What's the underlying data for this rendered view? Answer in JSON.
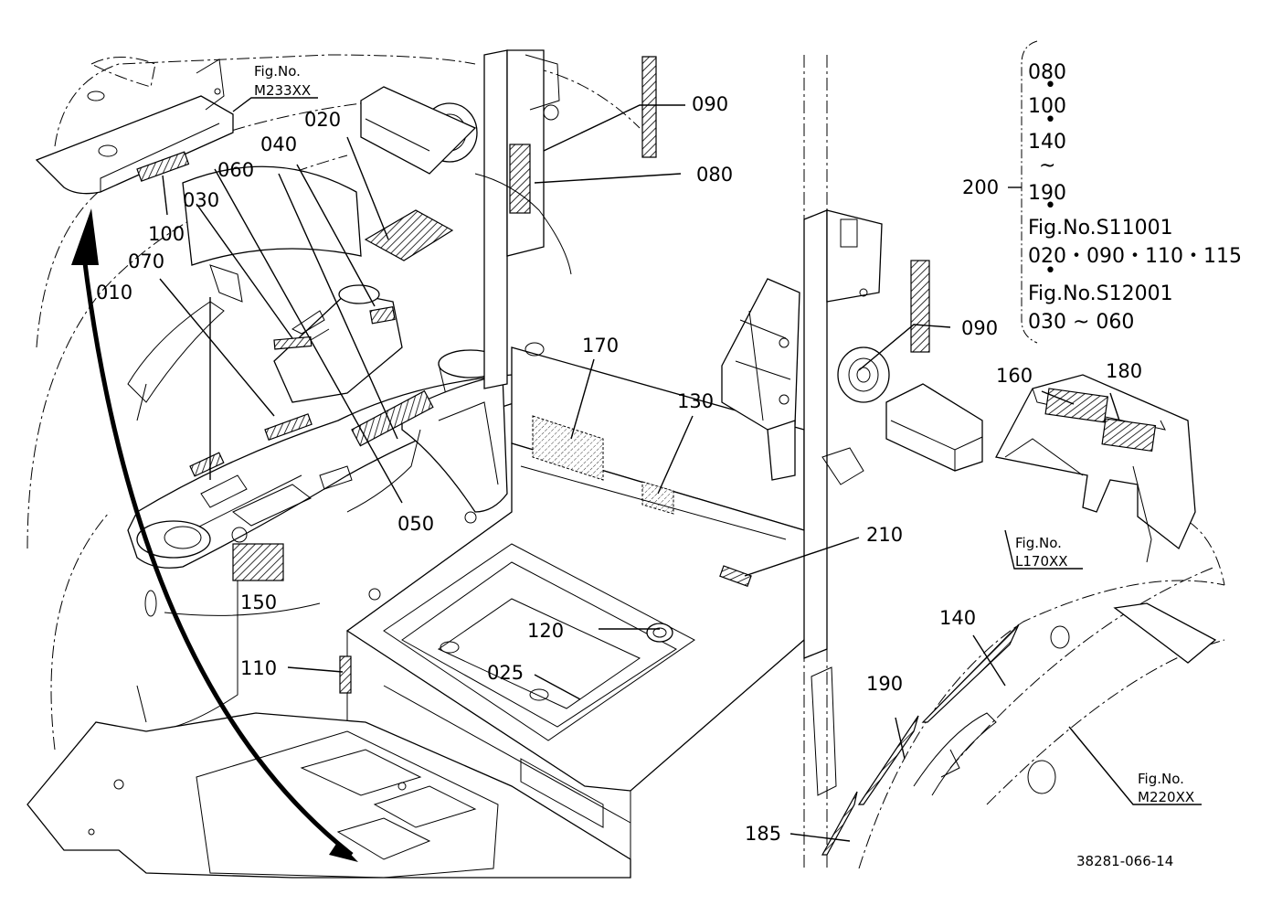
{
  "figure": {
    "drawing_number": "38281-066-14"
  },
  "refs": {
    "top_left": {
      "line1": "Fig.No.",
      "line2": "M233XX"
    },
    "right_mid": {
      "line1": "Fig.No.",
      "line2": "L170XX"
    },
    "bottom_right": {
      "line1": "Fig.No.",
      "line2": "M220XX"
    }
  },
  "bracket_note": {
    "label": "200",
    "line1": "080",
    "line2": "100",
    "line3": "140",
    "line4": "~",
    "line5": "190",
    "line6": "Fig.No.S11001",
    "line7": "020・090・110・115",
    "line8": "Fig.No.S12001",
    "line9": "030 ~ 060"
  },
  "parts": {
    "p010": "010",
    "p020": "020",
    "p025": "025",
    "p030": "030",
    "p040": "040",
    "p050": "050",
    "p060": "060",
    "p070": "070",
    "p080": "080",
    "p090a": "090",
    "p090b": "090",
    "p100": "100",
    "p110": "110",
    "p120": "120",
    "p130": "130",
    "p140": "140",
    "p150": "150",
    "p160": "160",
    "p170": "170",
    "p180": "180",
    "p185": "185",
    "p190": "190",
    "p210": "210"
  }
}
